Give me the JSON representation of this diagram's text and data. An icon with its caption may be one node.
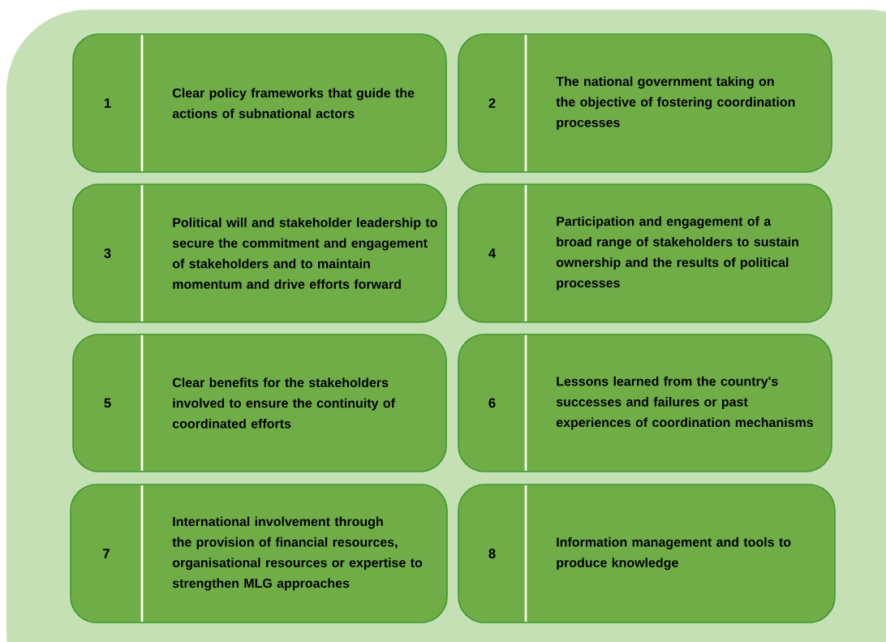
{
  "diagram": {
    "nodes": [
      {
        "text": [
          "1",
          "Clear policy frameworks that guide the actions of subnational actors"
        ]
      },
      {
        "text": [
          "2",
          "The national government taking on the objective of fostering coordination processes"
        ]
      },
      {
        "text": [
          "3",
          "Political will and stakeholder leadership to secure the commitment and engagement of stakeholders and to maintain momentum and drive efforts forward"
        ]
      },
      {
        "text": [
          "4",
          "Participation and engagement of a broad range of stakeholders to sustain ownership and the results of political processes"
        ]
      },
      {
        "text": [
          "5",
          "Clear benefits for the stakeholders involved to ensure the continuity of coordinated efforts"
        ]
      },
      {
        "text": [
          "6",
          "Lessons learned from the country's successes and failures or past experiences of coordination mechanisms"
        ]
      },
      {
        "text": [
          "7",
          "International involvement through the provision of financial resources, organisational resources or expertise to strengthen MLG approaches"
        ]
      },
      {
        "text": [
          "8",
          "Information management and tools to produce knowledge"
        ]
      }
    ]
  }
}
